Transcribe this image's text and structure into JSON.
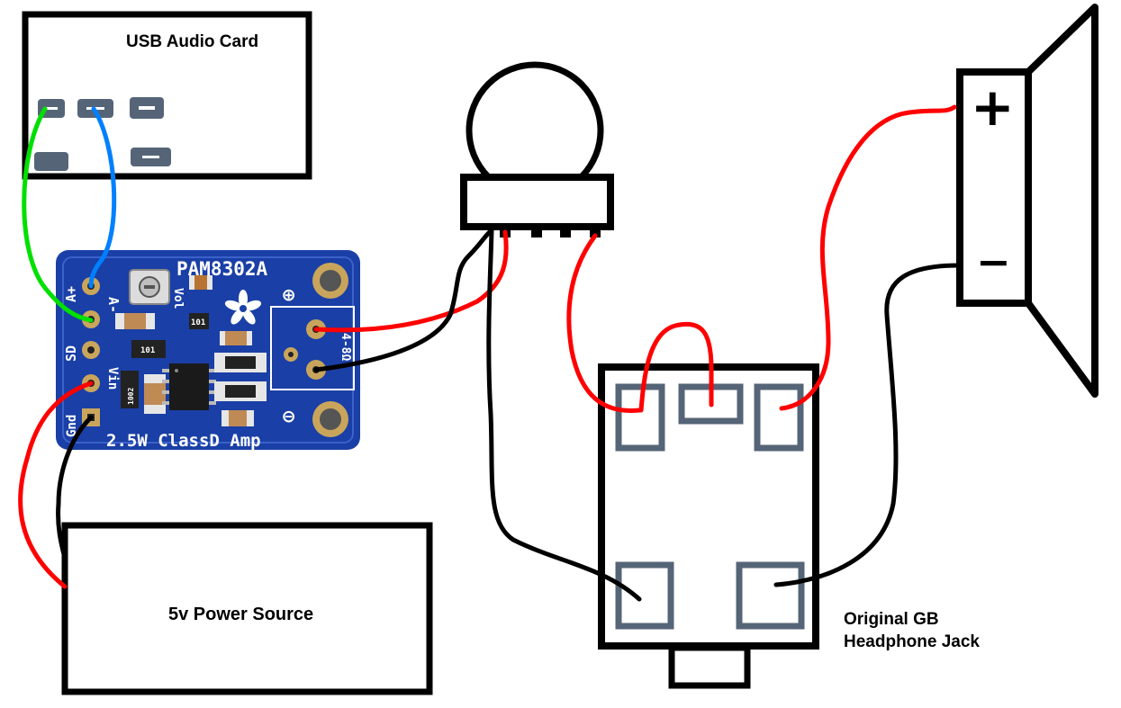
{
  "labels": {
    "usb_audio_card": "USB Audio Card",
    "power_source": "5v Power Source",
    "headphone_jack_line1": "Original GB",
    "headphone_jack_line2": "Headphone Jack"
  },
  "amp_board": {
    "chip_name": "PAM8302A",
    "footer": "2.5W ClassD Amp",
    "pin_a_plus": "A+",
    "pin_a_minus": "A-",
    "pin_sd": "SD",
    "pin_vin": "Vin",
    "pin_gnd": "Gnd",
    "vol": "Vol",
    "out_plus": "⊕",
    "out_minus": "⊖",
    "impedance": "4-8Ω",
    "smd_101_a": "101",
    "smd_101_b": "101",
    "smd_1002": "1002"
  },
  "speaker": {
    "plus": "+",
    "minus": "−"
  },
  "colors": {
    "red_wire": "#ff0000",
    "black_wire": "#000000",
    "green_wire": "#00e000",
    "blue_wire": "#0080ff",
    "pad": "#556577",
    "board_blue": "#1a3fa6",
    "gold": "#c9a55c"
  }
}
